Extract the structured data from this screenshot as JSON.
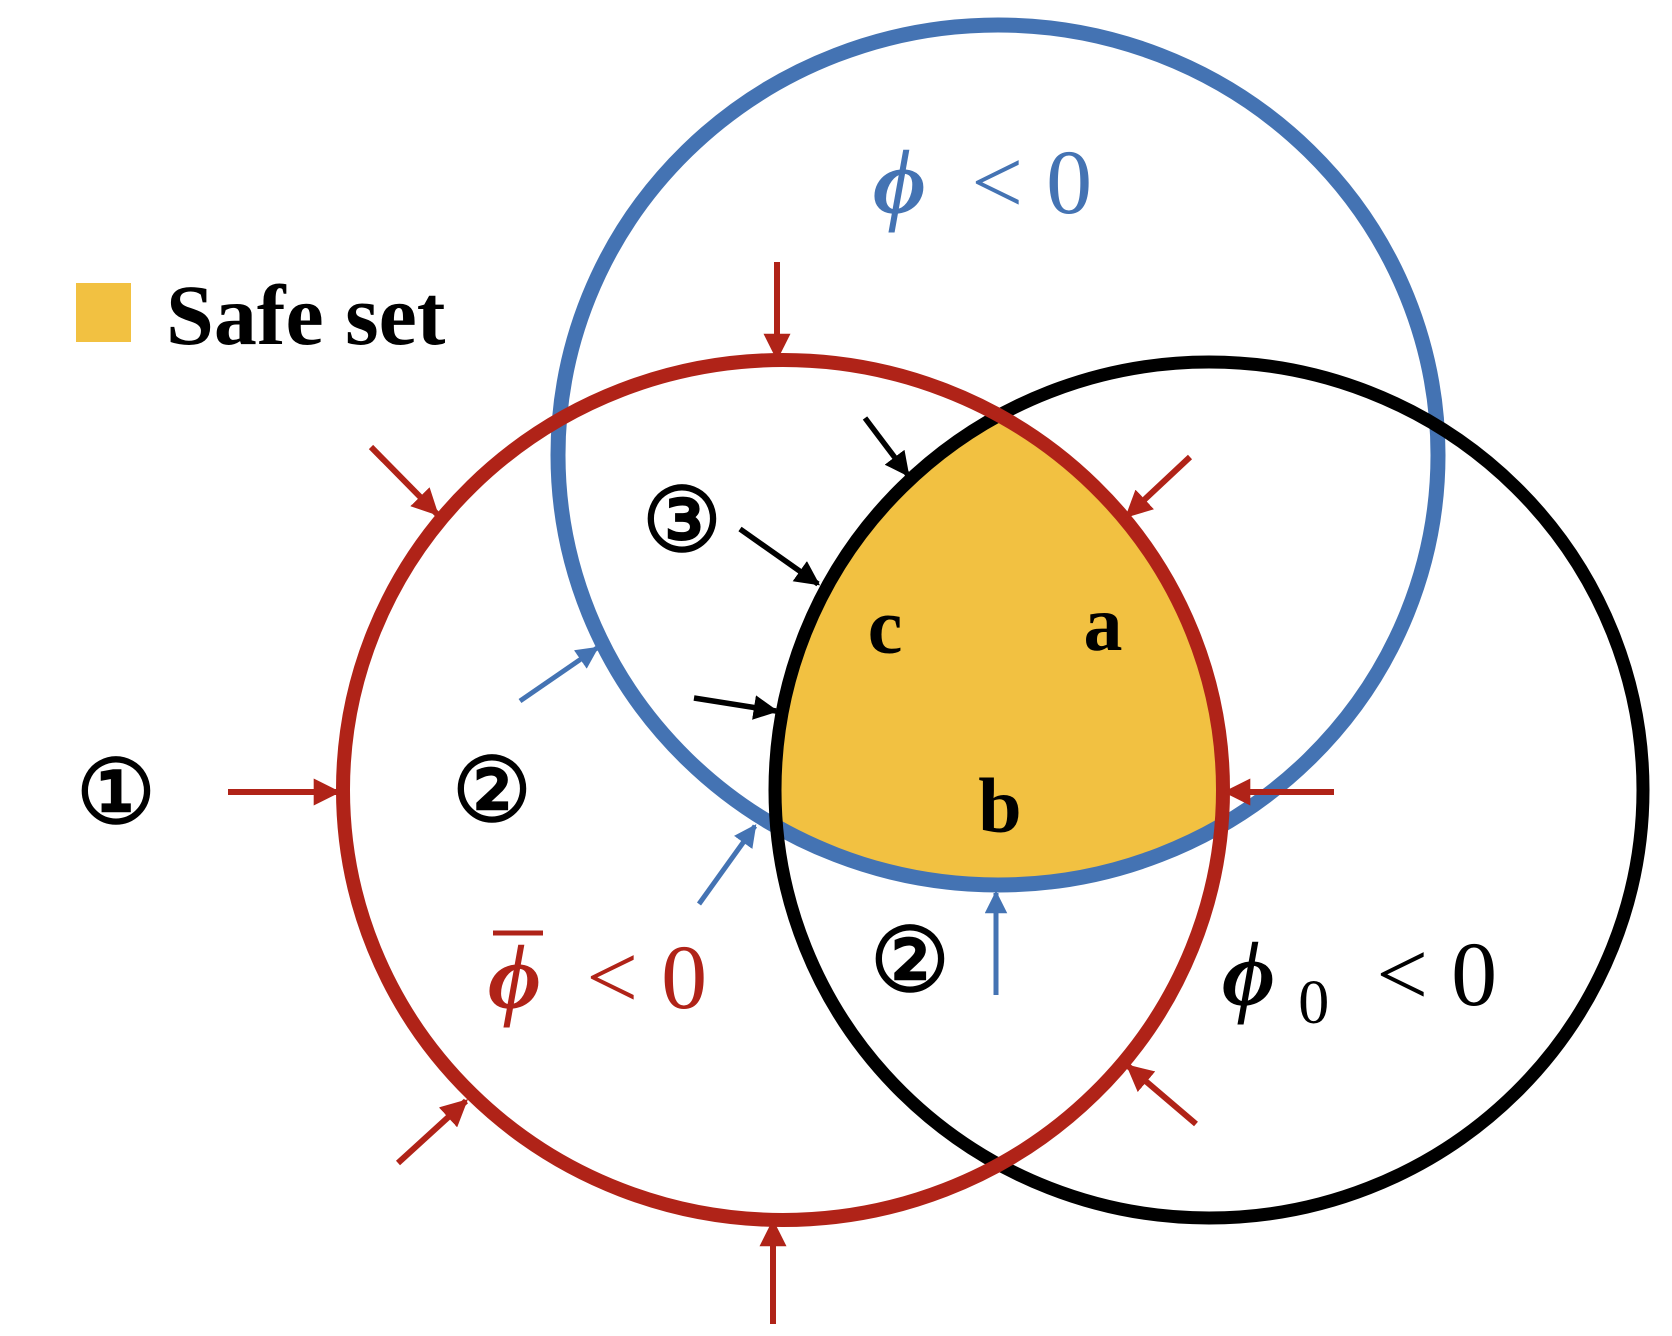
{
  "legend": {
    "label": "Safe set",
    "color": "#F2C141"
  },
  "colors": {
    "blue": "#4473B3",
    "red": "#B02318",
    "black": "#000000",
    "safe_fill": "#F2C141"
  },
  "conditions": {
    "phi": {
      "symbol": "ϕ",
      "relation": "< 0"
    },
    "phi_bar": {
      "symbol": "ϕ",
      "relation": "< 0"
    },
    "phi_0": {
      "symbol": "ϕ",
      "subscript": "0",
      "relation": "< 0"
    }
  },
  "regions": {
    "r1": "①",
    "r2_left": "②",
    "r2_bottom": "②",
    "r3": "③"
  },
  "points": {
    "a": "a",
    "b": "b",
    "c": "c"
  }
}
